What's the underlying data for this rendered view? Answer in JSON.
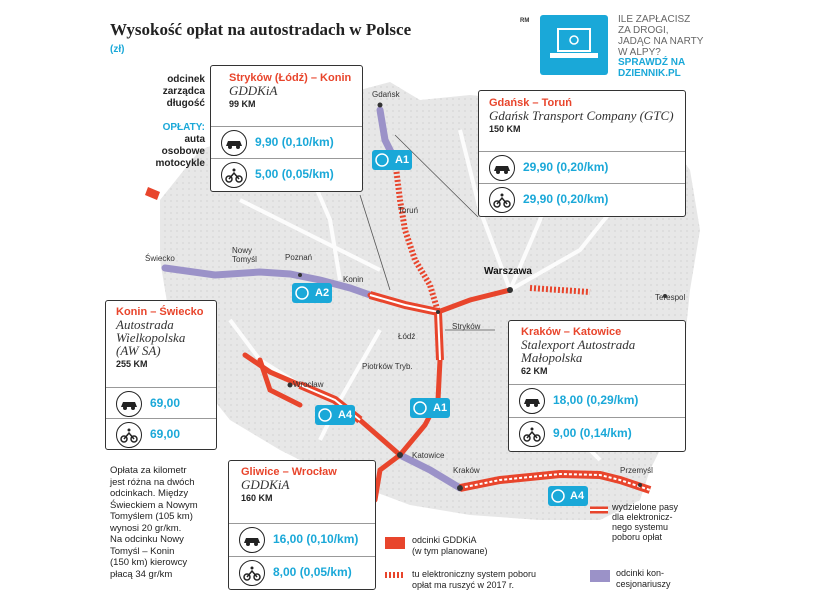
{
  "title": "Wysokość opłat na autostradach w Polsce",
  "subtitle": "(zł)",
  "rm": "RM",
  "promo": {
    "text_lines": [
      "ILE ZAPŁACISZ",
      "ZA DROGI,",
      "JADĄC NA NARTY",
      "W ALPY?"
    ],
    "link_lines": [
      "SPRAWDŹ NA",
      "DZIENNIK.PL"
    ]
  },
  "legend_key": {
    "odcinek": "odcinek",
    "zarzadca": "zarządca",
    "dlugosc": "długość",
    "oplaty": "OPŁATY:",
    "auta": "auta",
    "osobowe": "osobowe",
    "motocykle": "motocykle"
  },
  "boxes": {
    "strykow": {
      "title": "Stryków (Łódź) – Konin",
      "manager": "GDDKiA",
      "length": "99 KM",
      "car": "9,90 (0,10/km)",
      "moto": "5,00 (0,05/km)"
    },
    "gdansk": {
      "title": "Gdańsk – Toruń",
      "manager": "Gdańsk Transport Company (GTC)",
      "length": "150 KM",
      "car": "29,90 (0,20/km)",
      "moto": "29,90 (0,20/km)"
    },
    "konin": {
      "title": "Konin – Świecko",
      "manager_lines": [
        "Autostrada",
        "Wielkopolska",
        "(AW SA)"
      ],
      "length": "255 KM",
      "car": "69,00",
      "moto": "69,00"
    },
    "krakow": {
      "title": "Kraków – Katowice",
      "manager_lines": [
        "Stalexport Autostrada",
        "Małopolska"
      ],
      "length": "62 KM",
      "car": "18,00 (0,29/km)",
      "moto": "9,00 (0,14/km)"
    },
    "gliwice": {
      "title": "Gliwice – Wrocław",
      "manager": "GDDKiA",
      "length": "160 KM",
      "car": "16,00 (0,10/km)",
      "moto": "8,00 (0,05/km)"
    }
  },
  "cities": {
    "gdansk": "Gdańsk",
    "torun": "Toruń",
    "warszawa": "Warszawa",
    "terespol": "Terespol",
    "swiecko": "Świecko",
    "nowy_tomysl": [
      "Nowy",
      "Tomyśl"
    ],
    "poznan": "Poznań",
    "konin": "Konin",
    "lodz": "Łódź",
    "strykow": "Stryków",
    "piotrkow": "Piotrków Tryb.",
    "wroclaw": "Wrocław",
    "katowice": "Katowice",
    "krakow": "Kraków",
    "przemysl": "Przemyśl"
  },
  "roads": {
    "a1_top": "A1",
    "a1_bottom": "A1",
    "a2": "A2",
    "a4_west": "A4",
    "a4_east": "A4"
  },
  "note_lines": [
    "Opłata za kilometr",
    "jest różna na dwóch",
    "odcinkach. Między",
    "Świeckiem a Nowym",
    "Tomyślem (105 km)",
    "wynosi 20 gr/km.",
    "Na odcinku Nowy",
    "Tomyśl – Konin",
    "(150 km) kierowcy",
    "płacą 34 gr/km"
  ],
  "legend": {
    "gddkia": [
      "odcinki GDDKiA",
      "(w tym planowane)"
    ],
    "electronic": [
      "tu elektroniczny system poboru",
      "opłat ma ruszyć w 2017 r."
    ],
    "lanes": [
      "wydzielone pasy",
      "dla elektronicz-",
      "nego systemu",
      "poboru opłat"
    ],
    "concession": [
      "odcinki kon-",
      "cesjonariuszy"
    ]
  },
  "colors": {
    "gddkia": "#e8452c",
    "concession": "#9b92c8",
    "accent": "#1aa8d8",
    "map_grey": "#e7e7e7"
  }
}
